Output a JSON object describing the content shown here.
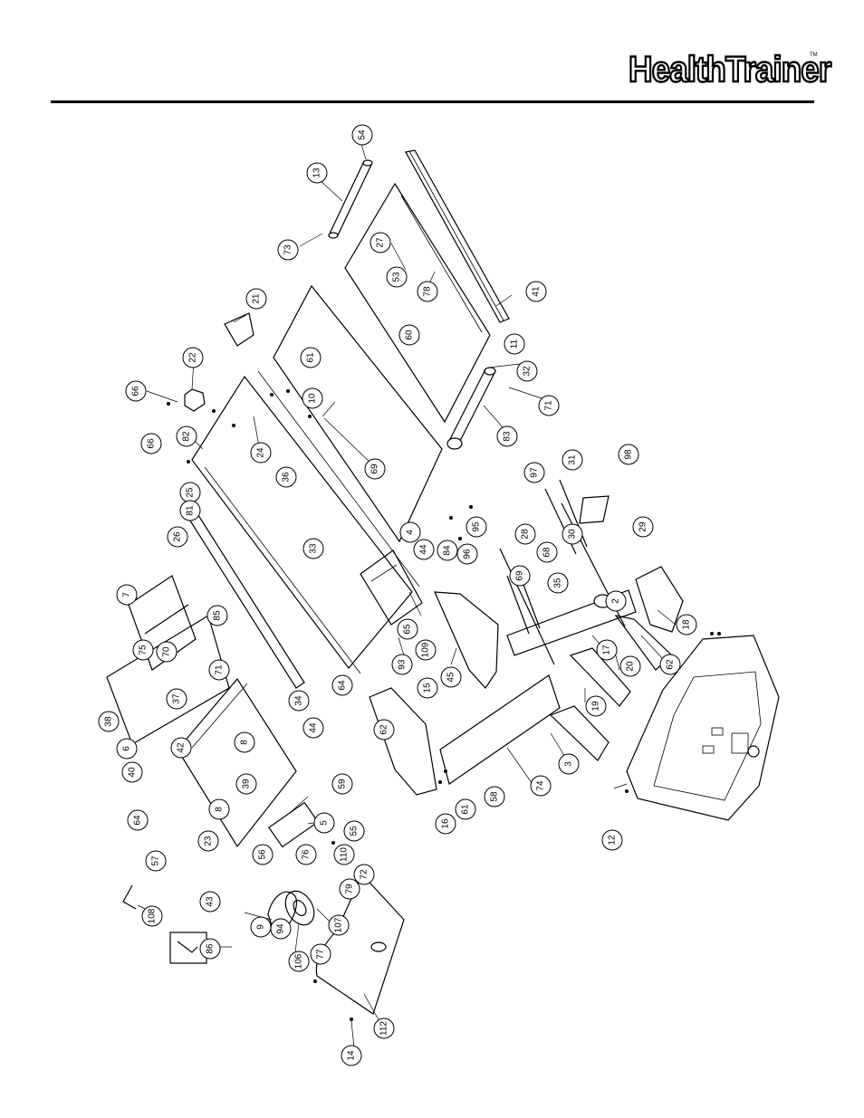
{
  "header": {
    "brand": "HealthTrainer",
    "trademark": "TM"
  },
  "callouts": [
    "54",
    "13",
    "73",
    "21",
    "22",
    "66",
    "82",
    "24",
    "66",
    "25",
    "81",
    "26",
    "7",
    "85",
    "75",
    "70",
    "37",
    "38",
    "6",
    "71",
    "44",
    "8",
    "42",
    "39",
    "8",
    "40",
    "64",
    "57",
    "23",
    "43",
    "59",
    "5",
    "55",
    "56",
    "76",
    "110",
    "72",
    "79",
    "107",
    "77",
    "94",
    "106",
    "9",
    "108",
    "86",
    "112",
    "14",
    "61",
    "10",
    "69",
    "36",
    "33",
    "34",
    "64",
    "4",
    "44",
    "65",
    "109",
    "93",
    "45",
    "15",
    "62",
    "16",
    "61",
    "58",
    "74",
    "3",
    "19",
    "20",
    "62",
    "18",
    "17",
    "2",
    "35",
    "69",
    "68",
    "30",
    "28",
    "84",
    "96",
    "95",
    "97",
    "31",
    "98",
    "29",
    "27",
    "53",
    "78",
    "60",
    "11",
    "41",
    "32",
    "71",
    "83",
    "12",
    "69"
  ]
}
